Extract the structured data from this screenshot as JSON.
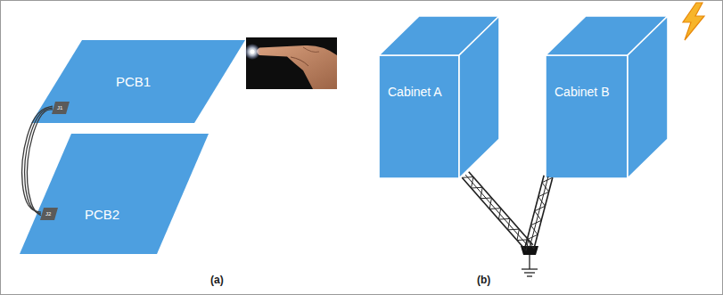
{
  "diagram": {
    "nodes": [
      {
        "text": [
          "PCB1"
        ]
      },
      {
        "text": [
          "J1"
        ],
        "in": 0
      },
      {
        "text": [
          "PCB2"
        ]
      },
      {
        "text": [
          "J2"
        ],
        "in": 2
      },
      {
        "text": [
          "Cabinet A"
        ]
      },
      {
        "text": [
          "Cabinet B"
        ]
      }
    ],
    "edges": [
      {
        "from": 1,
        "to": 3,
        "arrow": "none"
      },
      {
        "from": 4,
        "to": 5,
        "arrow": "none"
      }
    ],
    "labels": [
      "(a)",
      "(b)"
    ]
  }
}
